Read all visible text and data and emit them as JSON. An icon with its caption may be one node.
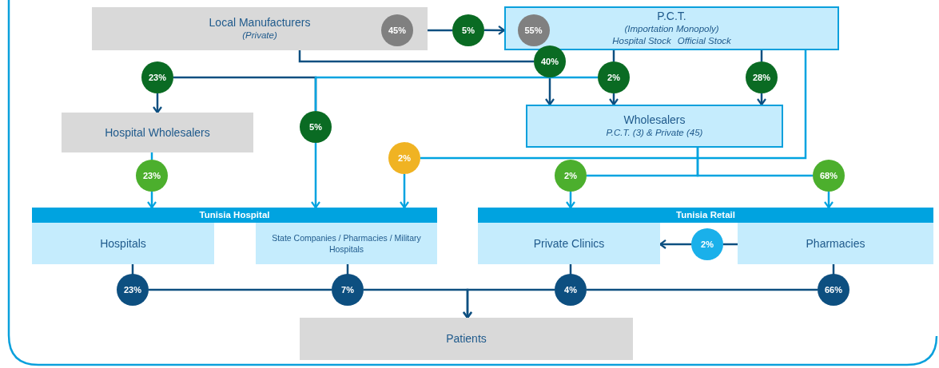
{
  "diagram": {
    "nodes": [
      {
        "text": [
          "Local Manufacturers",
          "(Private)"
        ]
      },
      {
        "text": [
          "45%"
        ],
        "in": 0
      },
      {
        "text": [
          "5%"
        ]
      },
      {
        "text": [
          "P.C.T.",
          "(Importation Monopoly)",
          "Hospital Stock",
          "Official Stock"
        ]
      },
      {
        "text": [
          "55%"
        ],
        "in": 3
      },
      {
        "text": [
          "40%"
        ]
      },
      {
        "text": [
          "23%"
        ]
      },
      {
        "text": [
          "2%"
        ]
      },
      {
        "text": [
          "28%"
        ]
      },
      {
        "text": [
          "Hospital Wholesalers"
        ]
      },
      {
        "text": [
          "5%"
        ]
      },
      {
        "text": [
          "Wholesalers",
          "P.C.T. (3) & Private (45)"
        ]
      },
      {
        "text": [
          "2%"
        ]
      },
      {
        "text": [
          "23%"
        ]
      },
      {
        "text": [
          "2%"
        ]
      },
      {
        "text": [
          "68%"
        ]
      },
      {
        "text": [
          "Tunisia Hospital"
        ]
      },
      {
        "text": [
          "Hospitals"
        ]
      },
      {
        "text": [
          "State Companies / Pharmacies / Military Hospitals"
        ]
      },
      {
        "text": [
          "Tunisia Retail"
        ]
      },
      {
        "text": [
          "Private Clinics"
        ]
      },
      {
        "text": [
          "2%"
        ]
      },
      {
        "text": [
          "Pharmacies"
        ]
      },
      {
        "text": [
          "23%"
        ]
      },
      {
        "text": [
          "7%"
        ]
      },
      {
        "text": [
          "4%"
        ]
      },
      {
        "text": [
          "66%"
        ]
      },
      {
        "text": [
          "Patients"
        ]
      }
    ],
    "edges": [
      {
        "from": 1,
        "to": 2,
        "arrow": "none"
      },
      {
        "from": 2,
        "to": 3,
        "arrow": "to"
      },
      {
        "from": 0,
        "to": 5,
        "arrow": "none"
      },
      {
        "from": 5,
        "to": 11,
        "arrow": "to"
      },
      {
        "from": 6,
        "to": 9,
        "arrow": "to"
      },
      {
        "from": 6,
        "to": 10,
        "arrow": "none"
      },
      {
        "from": 7,
        "to": 10,
        "arrow": "none",
        "color": "#00a3e0"
      },
      {
        "from": 10,
        "to": 16,
        "arrow": "to",
        "color": "#00a3e0"
      },
      {
        "from": 3,
        "to": 7,
        "arrow": "none"
      },
      {
        "from": 7,
        "to": 11,
        "arrow": "to"
      },
      {
        "from": 3,
        "to": 8,
        "arrow": "none"
      },
      {
        "from": 8,
        "to": 11,
        "arrow": "to"
      },
      {
        "from": 3,
        "to": 12,
        "arrow": "none",
        "color": "#00a3e0"
      },
      {
        "from": 12,
        "to": 16,
        "arrow": "to",
        "color": "#00a3e0"
      },
      {
        "from": 9,
        "to": 13,
        "arrow": "none",
        "color": "#00a3e0"
      },
      {
        "from": 13,
        "to": 16,
        "arrow": "to",
        "color": "#00a3e0"
      },
      {
        "from": 11,
        "to": 14,
        "arrow": "none",
        "color": "#00a3e0"
      },
      {
        "from": 11,
        "to": 15,
        "arrow": "none",
        "color": "#00a3e0"
      },
      {
        "from": 14,
        "to": 19,
        "arrow": "to",
        "color": "#00a3e0"
      },
      {
        "from": 15,
        "to": 19,
        "arrow": "to",
        "color": "#00a3e0"
      },
      {
        "from": 22,
        "to": 21,
        "arrow": "none"
      },
      {
        "from": 21,
        "to": 20,
        "arrow": "to"
      },
      {
        "from": 17,
        "to": 23,
        "arrow": "none"
      },
      {
        "from": 18,
        "to": 24,
        "arrow": "none"
      },
      {
        "from": 20,
        "to": 25,
        "arrow": "none"
      },
      {
        "from": 22,
        "to": 26,
        "arrow": "none"
      },
      {
        "from": 23,
        "to": 24,
        "arrow": "none"
      },
      {
        "from": 24,
        "to": 27,
        "arrow": "to"
      },
      {
        "from": 26,
        "to": 25,
        "arrow": "none"
      },
      {
        "from": 25,
        "to": 27,
        "arrow": "to"
      }
    ]
  }
}
